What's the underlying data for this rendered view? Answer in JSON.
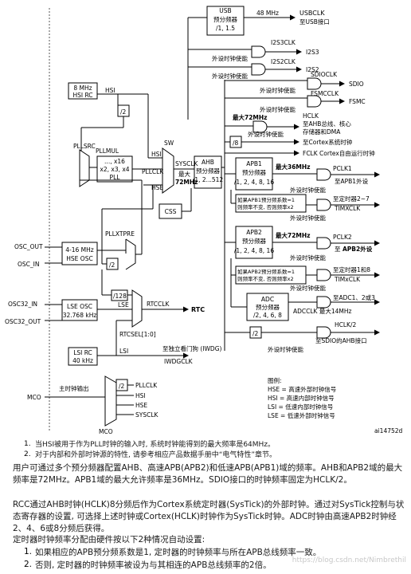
{
  "diagram": {
    "usb_box": [
      "USB",
      "预分频器",
      "/1, 1.5"
    ],
    "usb_freq": "48 MHz",
    "usbclk": "USBCLK",
    "usb_dest": "至USB接口",
    "i2s3clk": "I2S3CLK",
    "i2s3": "I2S3",
    "i2s2clk": "I2S2CLK",
    "i2s2": "I2S2",
    "periph_enable": "外设时钟使能",
    "sdioclk": "SDIOCLK",
    "sdio": "SDIO",
    "fsmcclk": "FSMCCLK",
    "fsmc": "FSMC",
    "max72": "最大72MHz",
    "hclk": "HCLK",
    "hclk_dest1": "至AHB总线、核心",
    "hclk_dest2": "存储器和DMA",
    "div8": "/8",
    "cortex_timer": "至Cortex系统时钟",
    "fclk": "FCLK Cortex自由运行时钟",
    "hsi_rc": [
      "8 MHz",
      "HSI RC"
    ],
    "hsi": "HSI",
    "div2": "/2",
    "pllsrc": "PLLSRC",
    "pllmul": "PLLMUL",
    "pll_box": [
      "..., x16",
      "x2, x3, x4",
      "PLL"
    ],
    "sw": "SW",
    "hsi_in": "HSI",
    "pllclk": "PLLCLK",
    "hse_in": "HSE",
    "sysclk": "SYSCLK",
    "sysclk_max1": "最大",
    "sysclk_max2": "72MHz",
    "ahb_box": [
      "AHB",
      "预分频器",
      "/1, 2...512"
    ],
    "css": "CSS",
    "apb1_box": [
      "APB1",
      "预分频器",
      "/1, 2, 4, 8, 16"
    ],
    "max36": "最大36MHz",
    "pclk1": "PCLK1",
    "apb1_dest": "至APB1外设",
    "apb1_cond1": "如果APB1预分频系数=1",
    "apb1_cond2": "则频率不变, 否则频率x2",
    "tim27_dest": "至定时器2~7",
    "timxclk": "TIMXCLK",
    "osc_out": "OSC_OUT",
    "osc_in": "OSC_IN",
    "hse_osc": [
      "4-16 MHz",
      "HSE OSC"
    ],
    "pllxtpre": "PLLXTPRE",
    "div2b": "/2",
    "apb2_box": [
      "APB2",
      "预分频器",
      "/1, 2, 4, 8, 16"
    ],
    "max72b": "最大72MHz",
    "pclk2": "PCLK2",
    "apb2_dest": "APB2外设",
    "apb2_dest_pre": "至",
    "apb2_cond1": "如果APB2预分频系数=1",
    "apb2_cond2": "则频率不变, 否则频率x2",
    "tim18_dest": "至定时器1和8",
    "timxclk2": "TIMxCLK",
    "adc_box": [
      "ADC",
      "预分频器",
      "/2, 4, 6, 8"
    ],
    "adc_dest": "至ADC1、2或3",
    "adcclk": "ADCCLK  最大14MHz",
    "div128": "/128",
    "osc32_in": "OSC32_IN",
    "osc32_out": "OSC32_OUT",
    "lse_osc": [
      "LSE OSC",
      "32.768 kHz"
    ],
    "lse": "LSE",
    "rtcclk": "RTCCLK",
    "rtc": "RTC",
    "rtcsel": "RTCSEL[1:0]",
    "hclk2": "HCLK/2",
    "div2c": "/2",
    "sdio_ahb": "至SDIO的AHB接口",
    "lsi_rc": [
      "LSI RC",
      "40 kHz"
    ],
    "lsi": "LSI",
    "iwdg_dest": "至独立看门狗 (IWDG)",
    "iwdgclk": "IWDGCLK",
    "mco_out": "主时钟输出",
    "mco_div2": "/2",
    "mco_pllclk": "PLLCLK",
    "mco_hsi": "HSI",
    "mco_hse": "HSE",
    "mco_sysclk": "SYSCLK",
    "mco": "MCO",
    "mco_label": "MCO",
    "legend_title": "图例:",
    "legend": [
      "HSE = 高速外部时钟信号",
      "HSI = 高速内部时钟信号",
      "LSI = 低速内部时钟信号",
      "LSE = 低速外部时钟信号"
    ],
    "figure_id": "ai14752d"
  },
  "notes": [
    "当HSI被用于作为PLL时钟的输入时, 系统时钟能得到的最大频率是64MHz。",
    "对于内部和外部时钟源的特性, 请参考相应产品数据手册中“电气特性”章节。"
  ],
  "paragraphs": [
    "用户可通过多个预分频器配置AHB、高速APB(APB2)和低速APB(APB1)域的频率。AHB和APB2域的最大频率是72MHz。APB1域的最大允许频率是36MHz。SDIO接口的时钟频率固定为HCLK/2。",
    "RCC通过AHB时钟(HCLK)8分频后作为Cortex系统定时器(SysTick)的外部时钟。通过对SysTick控制与状态寄存器的设置, 可选择上述时钟或Cortex(HCLK)时钟作为SysTick时钟。ADC时钟由高速APB2时钟经2、4、6或8分频后获得。",
    "定时器时钟频率分配由硬件按以下2种情况自动设置:"
  ],
  "items": [
    {
      "num": "1.",
      "text": "如果相应的APB预分频系数是1, 定时器的时钟频率与所在APB总线频率一致。"
    },
    {
      "num": "2.",
      "text": "否则, 定时器的时钟频率被设为与其相连的APB总线频率的2倍。"
    }
  ],
  "watermark": "https://blog.csdn.net/Nimbrethil"
}
